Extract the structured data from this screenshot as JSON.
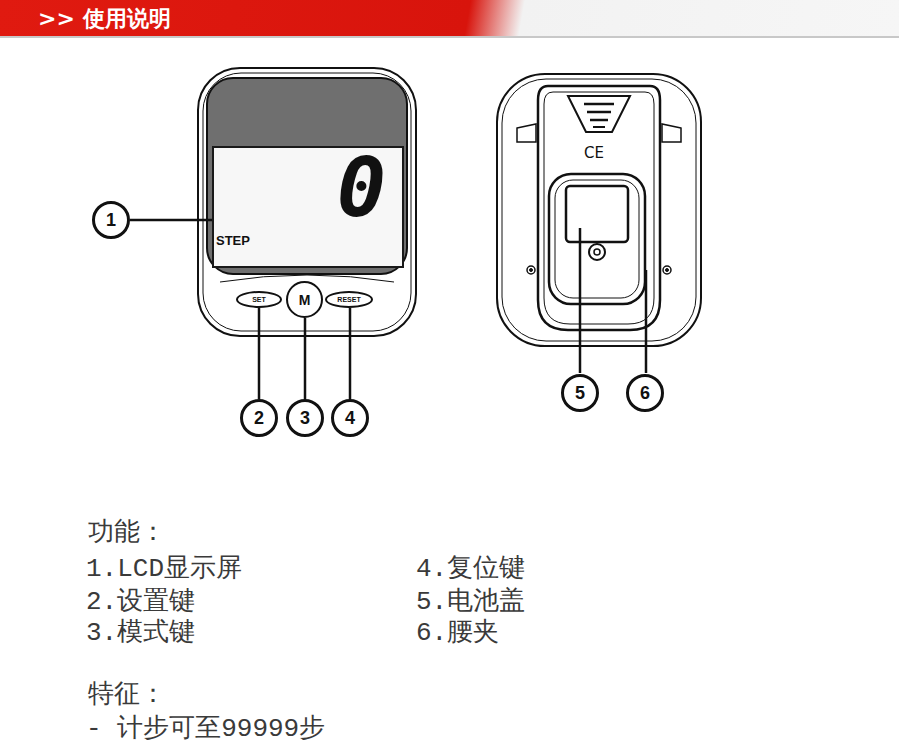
{
  "diagram": {
    "title": ">> 使用说明",
    "nodes": [
      {
        "text": [
          "0",
          "STEP"
        ]
      },
      {
        "text": [
          "SET"
        ]
      },
      {
        "text": [
          "M"
        ]
      },
      {
        "text": [
          "RESET"
        ]
      },
      {
        "text": [
          "1"
        ]
      },
      {
        "text": [
          "2"
        ]
      },
      {
        "text": [
          "3"
        ]
      },
      {
        "text": [
          "4"
        ]
      },
      {
        "text": [
          "5"
        ]
      },
      {
        "text": [
          "6"
        ]
      }
    ],
    "edges": [
      {
        "from": 4,
        "to": 0,
        "arrow": "none"
      },
      {
        "from": 5,
        "to": 1,
        "arrow": "none"
      },
      {
        "from": 6,
        "to": 2,
        "arrow": "none"
      },
      {
        "from": 7,
        "to": 3,
        "arrow": "none"
      }
    ],
    "labels": [
      "CE",
      "功能：",
      "1.LCD显示屏",
      "4.复位键",
      "2.设置键",
      "5.电池盖",
      "3.模式键",
      "6.腰夹",
      "特征：",
      "- 计步可至99999步"
    ]
  }
}
